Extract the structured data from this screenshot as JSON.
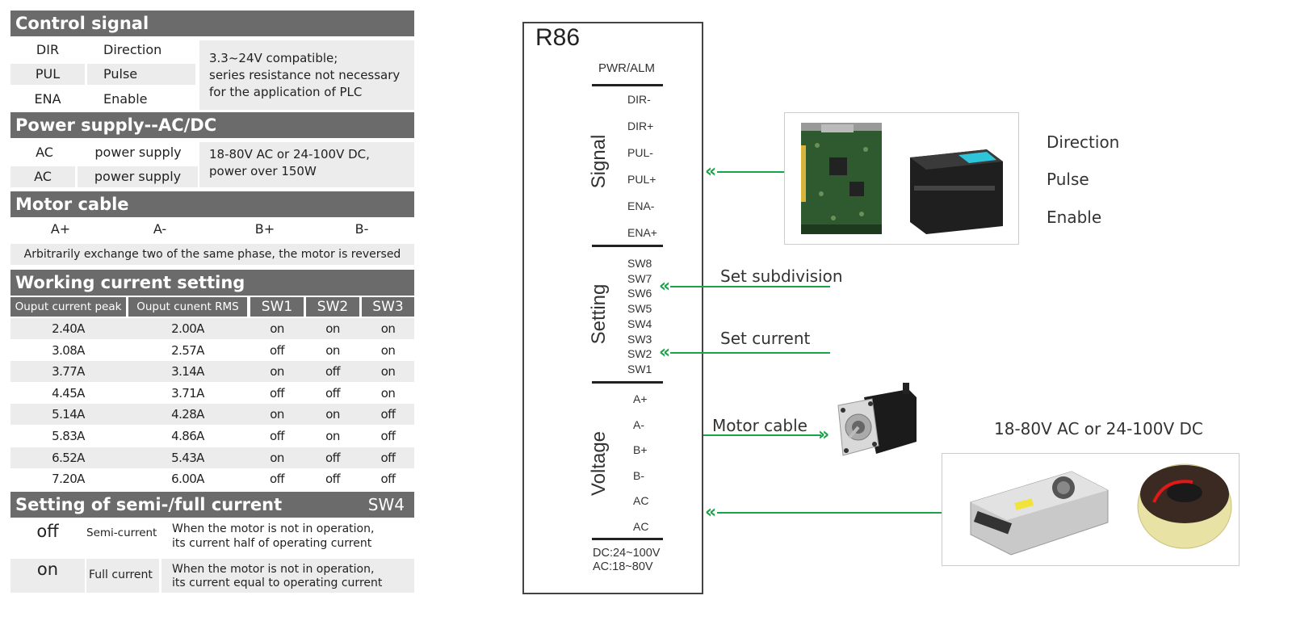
{
  "control_signal": {
    "title": "Control signal",
    "rows": [
      {
        "code": "DIR",
        "name": "Direction"
      },
      {
        "code": "PUL",
        "name": "Pulse"
      },
      {
        "code": "ENA",
        "name": "Enable"
      }
    ],
    "desc_lines": [
      "3.3~24V compatible;",
      "series resistance not necessary",
      "for the application of PLC"
    ]
  },
  "power_supply": {
    "title": "Power supply--AC/DC",
    "rows": [
      {
        "code": "AC",
        "name": "power supply"
      },
      {
        "code": "AC",
        "name": "power supply"
      }
    ],
    "desc_lines": [
      "18-80V AC or 24-100V DC,",
      "power over 150W"
    ]
  },
  "motor_cable": {
    "title": "Motor cable",
    "pins": [
      "A+",
      "A-",
      "B+",
      "B-"
    ],
    "note": "Arbitrarily exchange two of the same phase, the motor is reversed"
  },
  "working_current": {
    "title": "Working current setting",
    "headers": [
      "Ouput current peak",
      "Ouput cunent RMS",
      "SW1",
      "SW2",
      "SW3"
    ],
    "rows": [
      [
        "2.40A",
        "2.00A",
        "on",
        "on",
        "on"
      ],
      [
        "3.08A",
        "2.57A",
        "off",
        "on",
        "on"
      ],
      [
        "3.77A",
        "3.14A",
        "on",
        "off",
        "on"
      ],
      [
        "4.45A",
        "3.71A",
        "off",
        "off",
        "on"
      ],
      [
        "5.14A",
        "4.28A",
        "on",
        "on",
        "off"
      ],
      [
        "5.83A",
        "4.86A",
        "off",
        "on",
        "off"
      ],
      [
        "6.52A",
        "5.43A",
        "on",
        "off",
        "off"
      ],
      [
        "7.20A",
        "6.00A",
        "off",
        "off",
        "off"
      ]
    ]
  },
  "semi_full": {
    "title": "Setting of semi-/full current",
    "switch": "SW4",
    "rows": [
      {
        "state": "off",
        "mode": "Semi-current",
        "desc1": "When the motor is not in operation,",
        "desc2": "its current half of operating current"
      },
      {
        "state": "on",
        "mode": "Full current",
        "desc1": "When the motor is not in operation,",
        "desc2": "its current equal to operating current"
      }
    ]
  },
  "driver": {
    "model": "R86",
    "status_label": "PWR/ALM",
    "groups": {
      "signal": {
        "label": "Signal",
        "pins": [
          "DIR-",
          "DIR+",
          "PUL-",
          "PUL+",
          "ENA-",
          "ENA+"
        ]
      },
      "setting": {
        "label": "Setting",
        "pins": [
          "SW8",
          "SW7",
          "SW6",
          "SW5",
          "SW4",
          "SW3",
          "SW2",
          "SW1"
        ]
      },
      "voltage": {
        "label": "Voltage",
        "pins": [
          "A+",
          "A-",
          "B+",
          "B-",
          "AC",
          "AC"
        ]
      }
    },
    "rating_lines": [
      "DC:24~100V",
      "AC:18~80V"
    ]
  },
  "connections": {
    "controller_labels": [
      "Direction",
      "Pulse",
      "Enable"
    ],
    "set_subdivision": "Set subdivision",
    "set_current": "Set current",
    "motor_cable": "Motor cable",
    "power_label": "18-80V AC or 24-100V DC"
  },
  "icons": {
    "arrow_in": "«",
    "arrow_out": "»"
  },
  "colors": {
    "header_bg": "#6b6b6b",
    "row_alt_bg": "#ececec",
    "wire_green": "#1aa34a"
  }
}
